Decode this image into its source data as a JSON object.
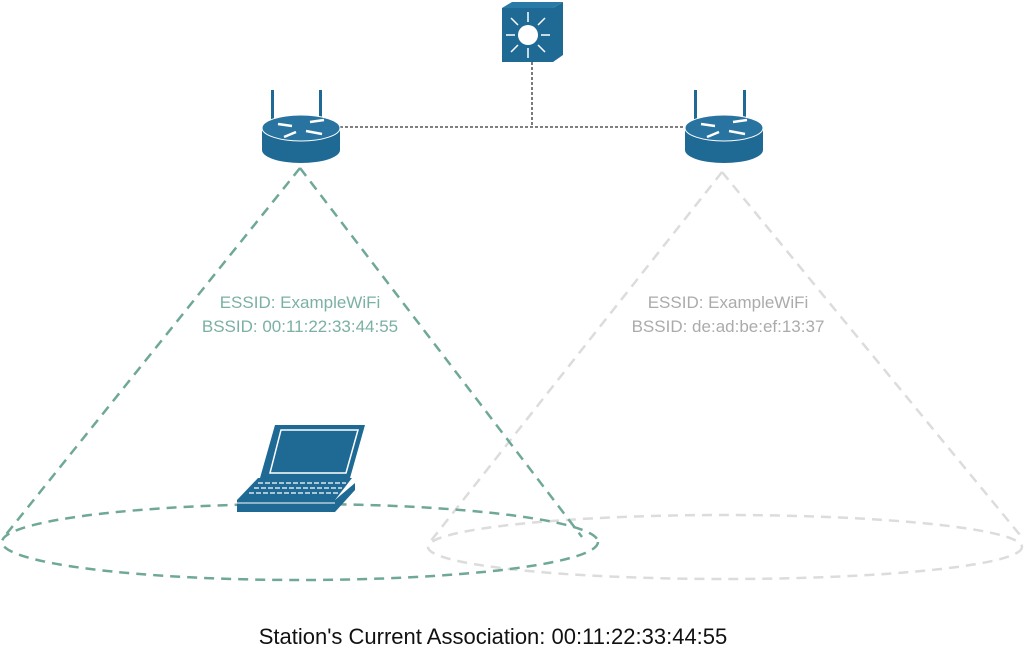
{
  "colors": {
    "device": "#1f6a95",
    "active_coverage": "#6fa898",
    "inactive_coverage": "#dcdcdc",
    "link": "#333333"
  },
  "devices": [
    {
      "type": "switch",
      "icon": "layer3-switch-icon"
    },
    {
      "type": "access-point",
      "icon": "router-icon",
      "state": "associated"
    },
    {
      "type": "access-point",
      "icon": "router-icon",
      "state": "not-associated"
    },
    {
      "type": "station",
      "icon": "laptop-icon"
    }
  ],
  "ap_left": {
    "essid": "ESSID: ExampleWiFi",
    "bssid": "BSSID: 00:11:22:33:44:55"
  },
  "ap_right": {
    "essid": "ESSID: ExampleWiFi",
    "bssid": "BSSID: de:ad:be:ef:13:37"
  },
  "caption": "Station's Current Association: 00:11:22:33:44:55"
}
